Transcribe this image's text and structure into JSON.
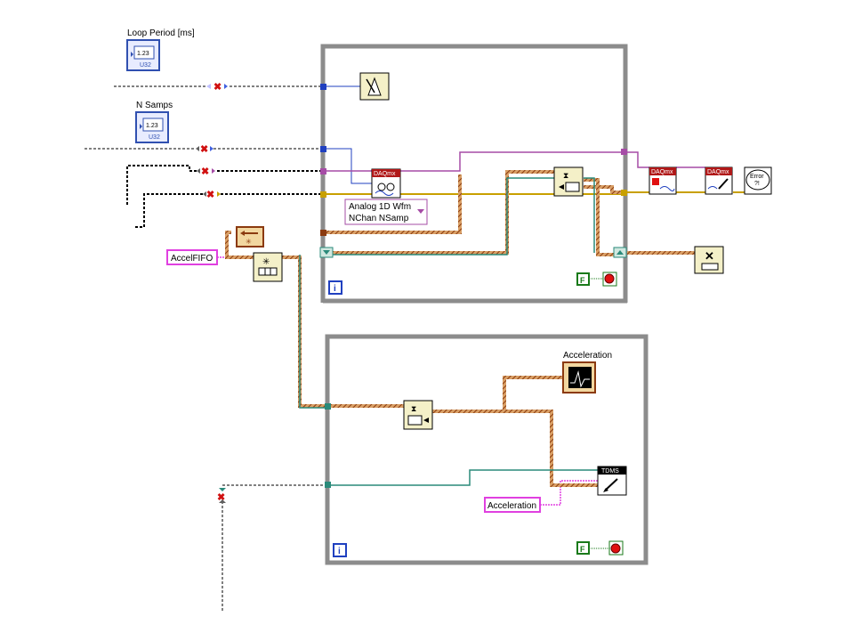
{
  "controls": {
    "loop_period": {
      "label": "Loop Period [ms]",
      "value_glyph": "1.23",
      "type_glyph": "U32"
    },
    "n_samps": {
      "label": "N Samps",
      "value_glyph": "1.23",
      "type_glyph": "U32"
    }
  },
  "constants": {
    "accel_fifo": "AccelFIFO",
    "acceleration_string": "Acceleration",
    "false_top": "F",
    "false_bottom": "F"
  },
  "daqmx_read": {
    "badge": "DAQmx",
    "mode_line1": "Analog 1D Wfm",
    "mode_line2": "NChan NSamp"
  },
  "daqmx_stop": {
    "badge": "DAQmx"
  },
  "daqmx_clear": {
    "badge": "DAQmx"
  },
  "error_handler": {
    "line1": "Error",
    "line2": "?!"
  },
  "graph_indicator": {
    "label": "Acceleration"
  },
  "tdms_write": {
    "badge": "TDMS"
  },
  "iteration": {
    "top": "i",
    "bottom": "i"
  },
  "colors": {
    "loop_frame": "#8c8c8c",
    "error_cluster": "#b5651d",
    "refnum_wire": "#2a8a7a",
    "task_wire": "#a64ca6",
    "numeric_wire": "#2040c0",
    "string_wire": "#e040e0",
    "dbl_wire": "#c8a000",
    "stop_red": "#e01010",
    "bool_green": "#1a7a1a"
  }
}
